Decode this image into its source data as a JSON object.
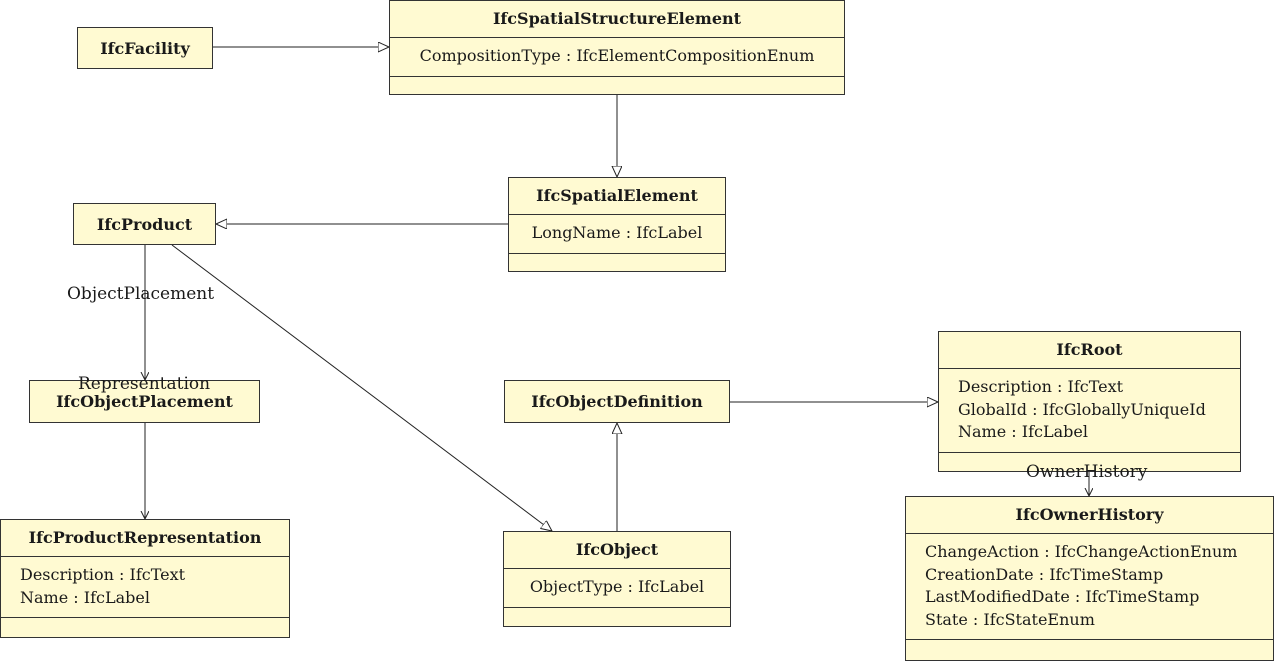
{
  "classes": {
    "ifc_spatial_structure_element": {
      "name": "IfcSpatialStructureElement",
      "attributes": [
        "CompositionType : IfcElementCompositionEnum"
      ]
    },
    "ifc_facility": {
      "name": "IfcFacility"
    },
    "ifc_spatial_element": {
      "name": "IfcSpatialElement",
      "attributes": [
        "LongName : IfcLabel"
      ]
    },
    "ifc_product": {
      "name": "IfcProduct"
    },
    "ifc_object_placement": {
      "name": "IfcObjectPlacement"
    },
    "ifc_product_representation": {
      "name": "IfcProductRepresentation",
      "attributes": [
        "Description : IfcText",
        "Name : IfcLabel"
      ]
    },
    "ifc_object_definition": {
      "name": "IfcObjectDefinition"
    },
    "ifc_object": {
      "name": "IfcObject",
      "attributes": [
        "ObjectType : IfcLabel"
      ]
    },
    "ifc_root": {
      "name": "IfcRoot",
      "attributes": [
        "Description : IfcText",
        "GlobalId : IfcGloballyUniqueId",
        "Name : IfcLabel"
      ]
    },
    "ifc_owner_history": {
      "name": "IfcOwnerHistory",
      "attributes": [
        "ChangeAction : IfcChangeActionEnum",
        "CreationDate : IfcTimeStamp",
        "LastModifiedDate : IfcTimeStamp",
        "State : IfcStateEnum"
      ]
    }
  },
  "relations": {
    "object_placement": "ObjectPlacement",
    "representation": "Representation",
    "owner_history": "OwnerHistory"
  },
  "colors": {
    "class_fill": "#fffad2",
    "class_border": "#333333",
    "edge": "#222222"
  }
}
